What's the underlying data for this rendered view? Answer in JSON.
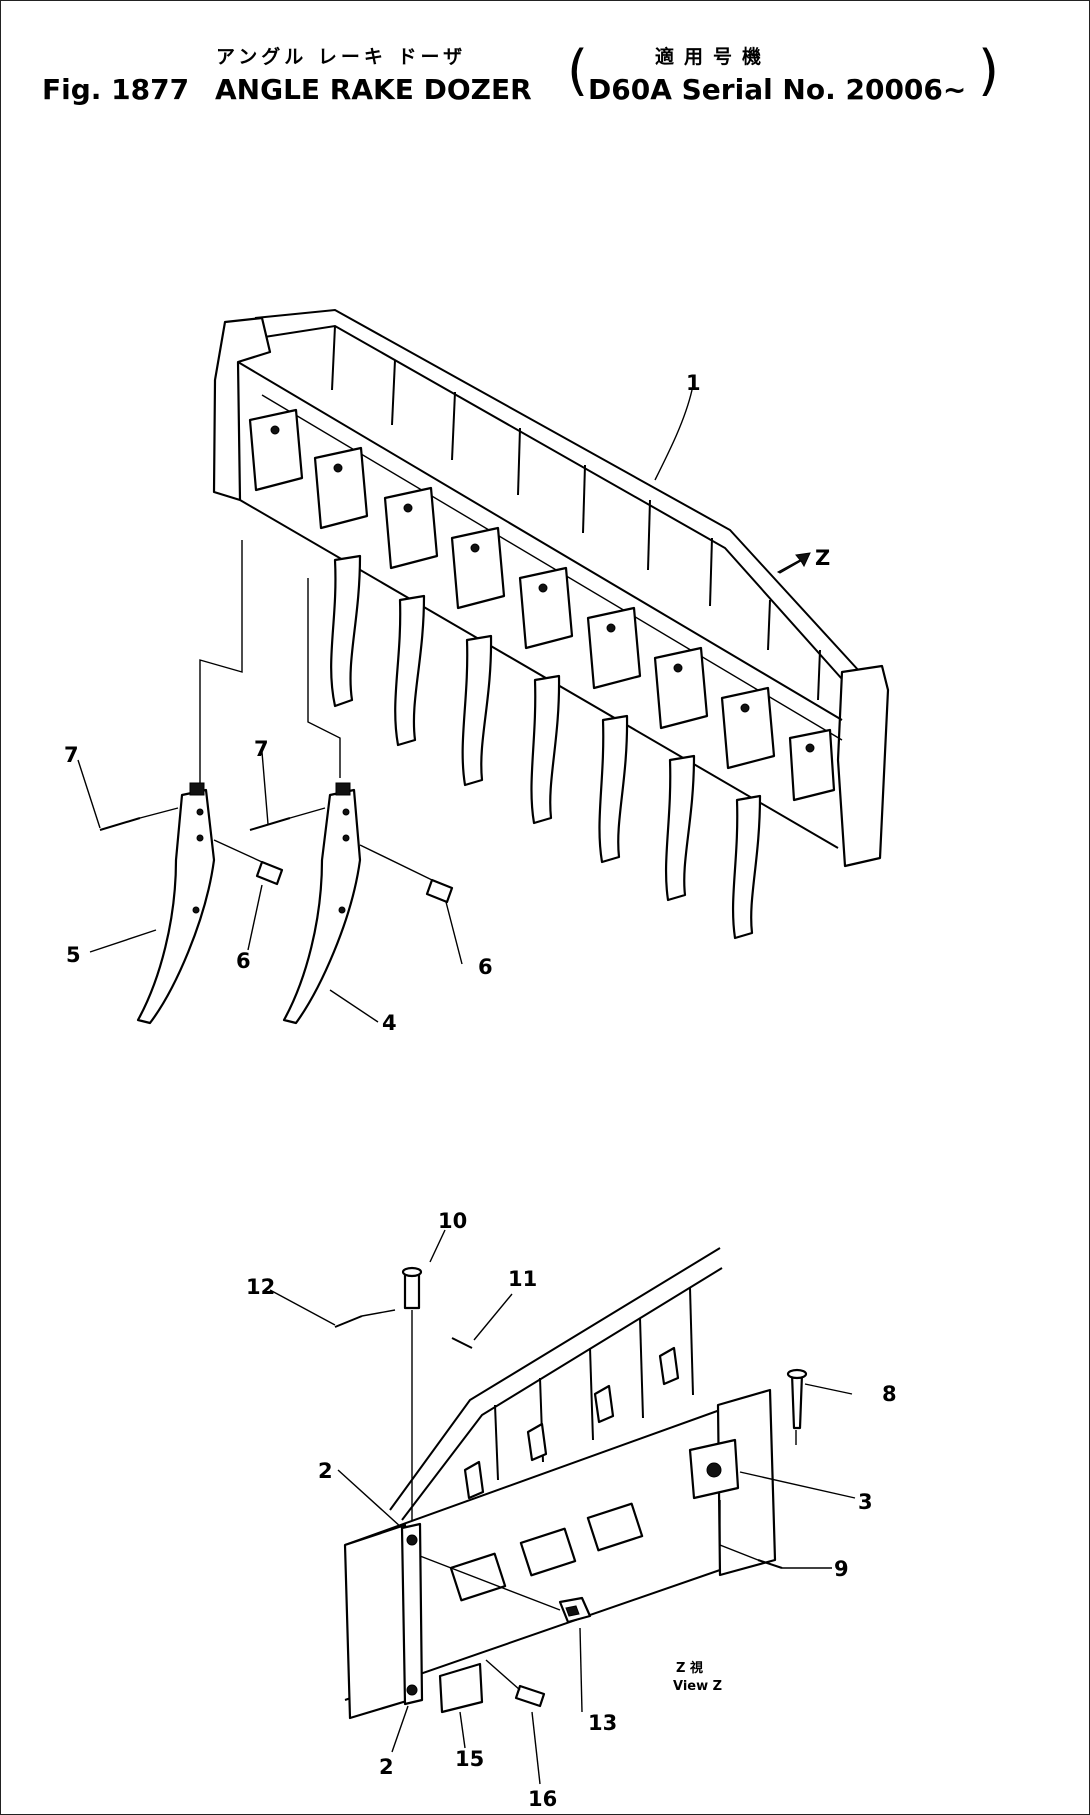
{
  "header": {
    "fig_label": "Fig. 1877",
    "title_jp": "アングル レーキ ドーザ",
    "title_en": "ANGLE RAKE DOZER",
    "serial_jp": "適用号機",
    "serial_en": "D60A Serial No. 20006~",
    "paren_open": "(",
    "paren_close": ")"
  },
  "upper_view": {
    "callouts": [
      "1",
      "4",
      "5",
      "6",
      "6",
      "7",
      "7"
    ],
    "view_arrow_label": "Z"
  },
  "lower_view": {
    "callouts": [
      "2",
      "2",
      "3",
      "8",
      "9",
      "10",
      "11",
      "12",
      "13",
      "15",
      "16"
    ],
    "view_caption_jp": "Z 視",
    "view_caption_en": "View Z"
  }
}
